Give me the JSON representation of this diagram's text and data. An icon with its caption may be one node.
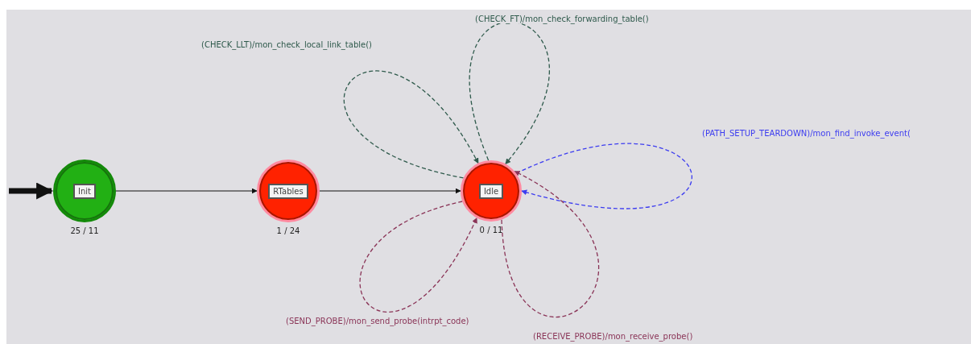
{
  "diagram": {
    "nodes": [
      {
        "text": [
          "Init"
        ],
        "beside": [
          "25 / 11"
        ]
      },
      {
        "text": [
          "RTables"
        ],
        "beside": [
          "1 / 24"
        ]
      },
      {
        "text": [
          "Idle"
        ],
        "beside": [
          "0 / 11"
        ]
      }
    ],
    "edges": [
      {
        "from": null,
        "to": 0,
        "arrow": "to",
        "style": "thick"
      },
      {
        "from": 0,
        "to": 1,
        "arrow": "to"
      },
      {
        "from": 1,
        "to": 2,
        "arrow": "to"
      },
      {
        "from": 2,
        "to": 2,
        "arrow": "to",
        "style": "dashed",
        "color": "#2f5a4c",
        "label": "(CHECK_LLT)/mon_check_local_link_table()"
      },
      {
        "from": 2,
        "to": 2,
        "arrow": "to",
        "style": "dashed",
        "color": "#2f5a4c",
        "label": "(CHECK_FT)/mon_check_forwarding_table()"
      },
      {
        "from": 2,
        "to": 2,
        "arrow": "to",
        "style": "dashed",
        "color": "#3c3cf0",
        "label": "(PATH_SETUP_TEARDOWN)/mon_find_invoke_event("
      },
      {
        "from": 2,
        "to": 2,
        "arrow": "to",
        "style": "dashed",
        "color": "#8a3457",
        "label": "(SEND_PROBE)/mon_send_probe(intrpt_code)"
      },
      {
        "from": 2,
        "to": 2,
        "arrow": "to",
        "style": "dashed",
        "color": "#8a3457",
        "label": "(RECEIVE_PROBE)/mon_receive_probe()"
      }
    ]
  }
}
